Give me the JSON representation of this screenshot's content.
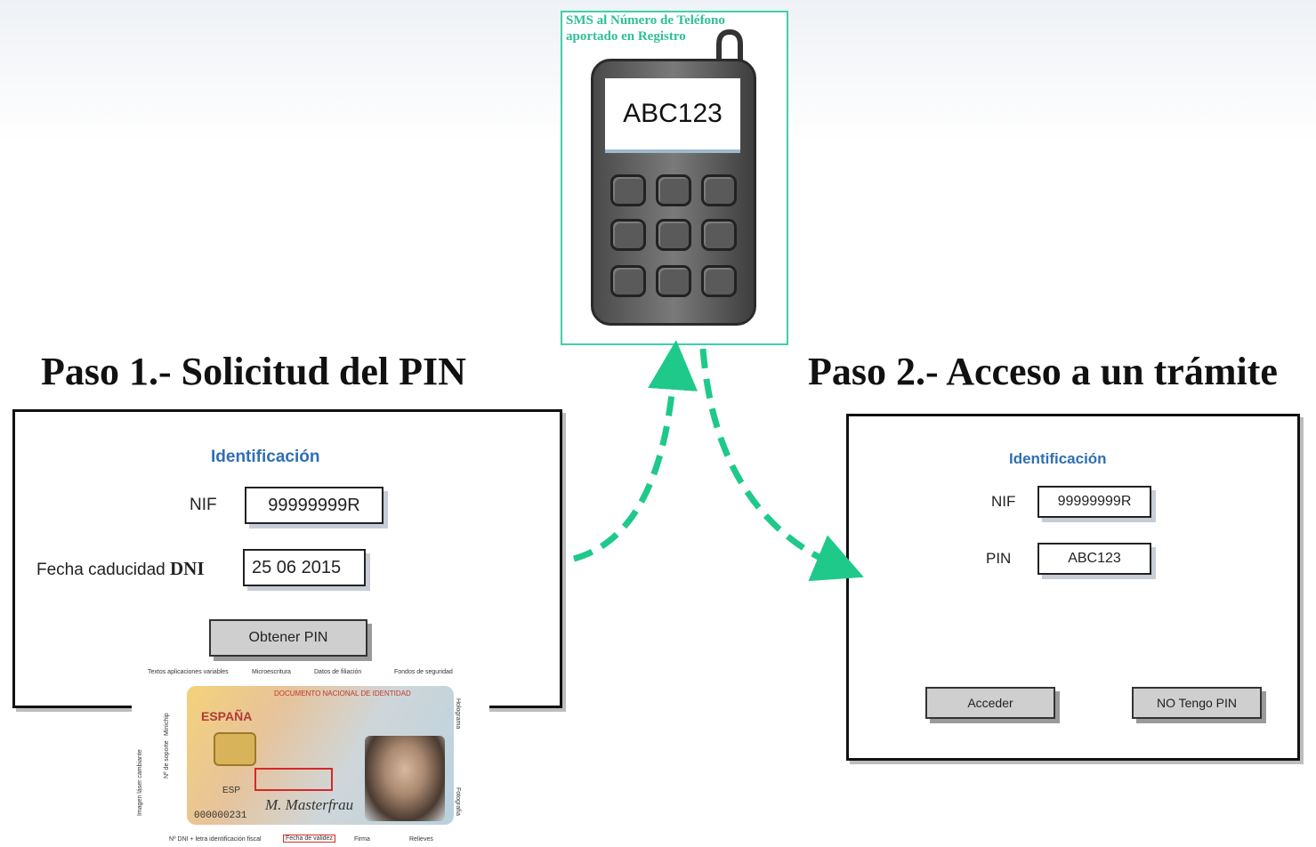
{
  "step1": {
    "title": "Paso 1.- Solicitud del PIN",
    "heading": "Identificación",
    "nif_label": "NIF",
    "nif_value": "99999999R",
    "fecha_label": "Fecha caducidad",
    "fecha_label_bold": "DNI",
    "fecha_value": "25 06 2015",
    "button": "Obtener PIN"
  },
  "phone": {
    "caption_line1": "SMS al Número de Teléfono",
    "caption_line2": "aportado en Registro",
    "screen_text": "ABC123"
  },
  "step2": {
    "title": "Paso 2.- Acceso a un trámite",
    "heading": "Identificación",
    "nif_label": "NIF",
    "nif_value": "99999999R",
    "pin_label": "PIN",
    "pin_value": "ABC123",
    "button_access": "Acceder",
    "button_nopin": "NO Tengo PIN"
  },
  "dni_card": {
    "doc_title": "DOCUMENTO NACIONAL DE IDENTIDAD",
    "country": "ESPAÑA",
    "code": "ESP",
    "number": "000000231",
    "signature": "M. Masterfrau",
    "labels_top": [
      "Textos aplicaciones variables",
      "Microescritura",
      "Datos de filiación",
      "Fondos de seguridad"
    ],
    "labels_bottom": [
      "Nº DNI + letra identificación fiscal",
      "Fecha de validez",
      "Firma",
      "Relieves"
    ],
    "labels_side_left": [
      "Imagen láser cambiante",
      "Nº de soporte",
      "Minichip"
    ],
    "labels_side_right": [
      "Holograma",
      "Fotografía"
    ]
  },
  "colors": {
    "arrow": "#1ec98a",
    "heading_blue": "#2f6fb5",
    "frame_green": "#3fd0a8"
  }
}
